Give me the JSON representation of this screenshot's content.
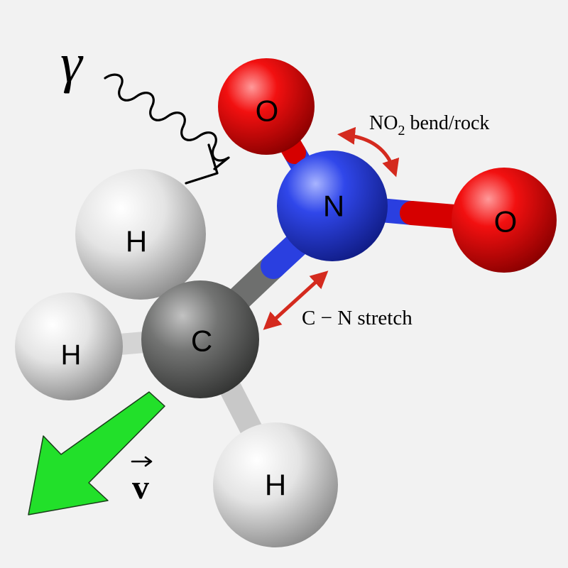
{
  "atoms": {
    "carbon": "C",
    "nitrogen": "N",
    "oxygen_top": "O",
    "oxygen_right": "O",
    "hydrogen_top": "H",
    "hydrogen_left": "H",
    "hydrogen_bottom": "H"
  },
  "annotations": {
    "photon_symbol": "γ",
    "bend_label_main": "NO",
    "bend_label_sub": "2",
    "bend_label_rest": " bend/rock",
    "stretch_label": "C − N stretch",
    "velocity_symbol": "v"
  },
  "colors": {
    "oxygen": "#e00000",
    "nitrogen": "#2a3fe0",
    "carbon": "#6e6f6e",
    "hydrogen": "#e6e6e6",
    "vibration_arrow": "#d42a1e",
    "velocity_arrow": "#22e02a",
    "background": "#f2f2f2"
  }
}
